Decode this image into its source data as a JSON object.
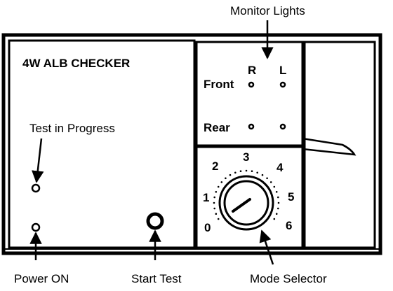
{
  "panel_title": "4W ALB CHECKER",
  "labels": {
    "monitor_lights": "Monitor Lights",
    "test_in_progress": "Test in Progress",
    "power_on": "Power ON",
    "start_test": "Start Test",
    "mode_selector": "Mode Selector"
  },
  "monitor": {
    "col_right": "R",
    "col_left": "L",
    "row_front": "Front",
    "row_rear": "Rear"
  },
  "dial_numbers": [
    "0",
    "1",
    "2",
    "3",
    "4",
    "5",
    "6"
  ],
  "colors": {
    "ink": "#000000",
    "paper": "#ffffff"
  }
}
